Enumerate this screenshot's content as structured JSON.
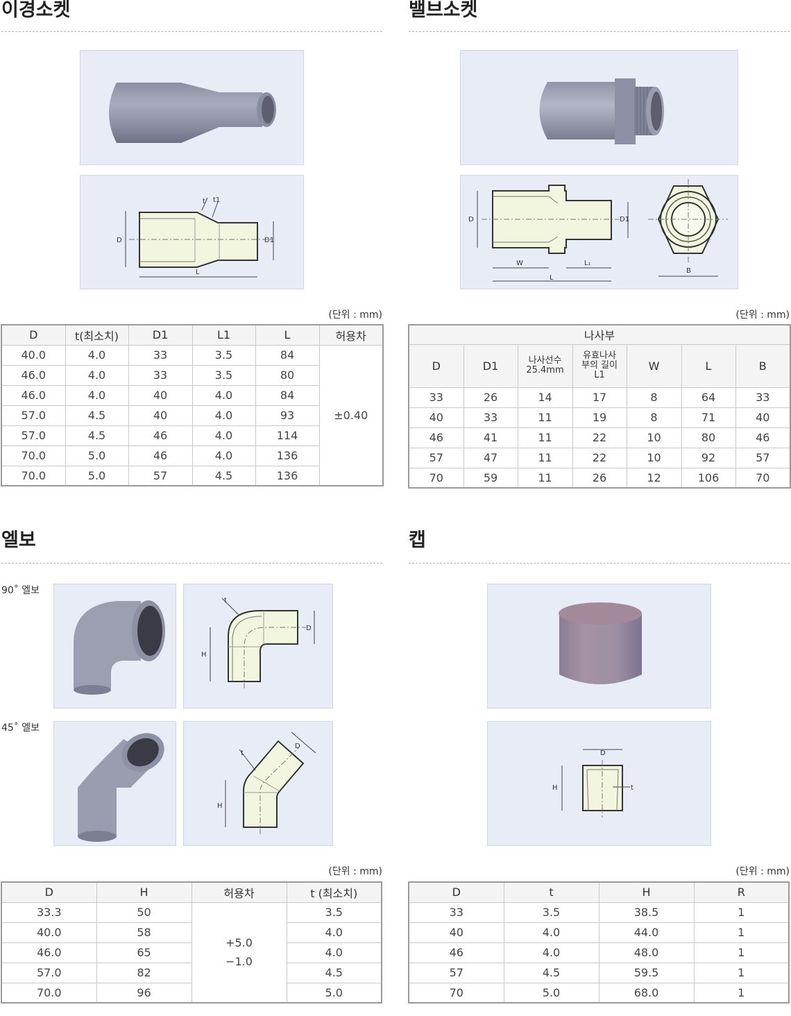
{
  "sections": {
    "reducer": {
      "title": "이경소켓",
      "unit": "(단위 : mm)",
      "headers": [
        "D",
        "t(최소치)",
        "D1",
        "L1",
        "L",
        "허용차"
      ],
      "rows": [
        [
          "40.0",
          "4.0",
          "33",
          "3.5",
          "84"
        ],
        [
          "46.0",
          "4.0",
          "33",
          "3.5",
          "80"
        ],
        [
          "46.0",
          "4.0",
          "40",
          "4.0",
          "84"
        ],
        [
          "57.0",
          "4.5",
          "40",
          "4.0",
          "93"
        ],
        [
          "57.0",
          "4.5",
          "46",
          "4.0",
          "114"
        ],
        [
          "70.0",
          "5.0",
          "46",
          "4.0",
          "136"
        ],
        [
          "70.0",
          "5.0",
          "57",
          "4.5",
          "136"
        ]
      ],
      "tolerance": "±0.40",
      "diagram": {
        "t": "t",
        "t1": "t1",
        "D": "D",
        "D1": "D1",
        "L": "L"
      }
    },
    "valve": {
      "title": "밸브소켓",
      "unit": "(단위 : mm)",
      "group_header": "나사부",
      "headers": [
        "D",
        "D1",
        "나사선수\n25.4mm",
        "유효나사\n부의 길이\nL1",
        "W",
        "L",
        "B"
      ],
      "rows": [
        [
          "33",
          "26",
          "14",
          "17",
          "8",
          "64",
          "33"
        ],
        [
          "40",
          "33",
          "11",
          "19",
          "8",
          "71",
          "40"
        ],
        [
          "46",
          "41",
          "11",
          "22",
          "10",
          "80",
          "46"
        ],
        [
          "57",
          "47",
          "11",
          "22",
          "10",
          "92",
          "57"
        ],
        [
          "70",
          "59",
          "11",
          "26",
          "12",
          "106",
          "70"
        ]
      ],
      "diagram": {
        "D": "D",
        "D1": "D1",
        "W": "W",
        "L1": "L₁",
        "L": "L",
        "B": "B"
      }
    },
    "elbow": {
      "title": "엘보",
      "unit": "(단위 : mm)",
      "label_90": "90˚ 엘보",
      "label_45": "45˚ 엘보",
      "headers": [
        "D",
        "H",
        "허용차",
        "t (최소치)"
      ],
      "rows": [
        [
          "33.3",
          "50",
          "3.5"
        ],
        [
          "40.0",
          "58",
          "4.0"
        ],
        [
          "46.0",
          "65",
          "4.0"
        ],
        [
          "57.0",
          "82",
          "4.5"
        ],
        [
          "70.0",
          "96",
          "5.0"
        ]
      ],
      "tolerance_plus": "+5.0",
      "tolerance_minus": "−1.0",
      "diagram": {
        "t": "t",
        "D": "D",
        "H": "H"
      }
    },
    "cap": {
      "title": "캡",
      "unit": "(단위 : mm)",
      "headers": [
        "D",
        "t",
        "H",
        "R"
      ],
      "rows": [
        [
          "33",
          "3.5",
          "38.5",
          "1"
        ],
        [
          "40",
          "4.0",
          "44.0",
          "1"
        ],
        [
          "46",
          "4.0",
          "48.0",
          "1"
        ],
        [
          "57",
          "4.5",
          "59.5",
          "1"
        ],
        [
          "70",
          "5.0",
          "68.0",
          "1"
        ]
      ],
      "diagram": {
        "D": "D",
        "H": "H",
        "t": "t"
      }
    }
  }
}
